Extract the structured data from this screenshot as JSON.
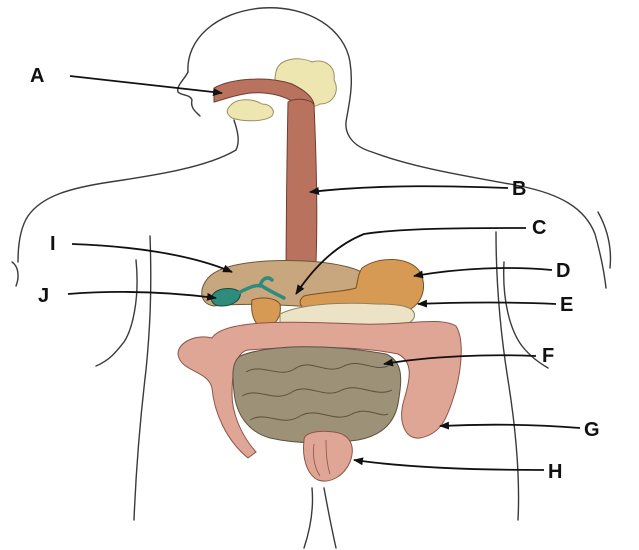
{
  "labels": {
    "A": "A",
    "B": "B",
    "C": "C",
    "D": "D",
    "E": "E",
    "F": "F",
    "G": "G",
    "H": "H",
    "I": "I",
    "J": "J"
  },
  "colors": {
    "esophagus": "#b9725e",
    "liver": "#c9a77e",
    "stomach": "#d69a55",
    "pancreas": "#ece3c6",
    "small_intestine": "#9d9278",
    "large_intestine": "#dfa595",
    "gallbladder": "#2f8c7c",
    "salivary": "#eee6b0"
  }
}
